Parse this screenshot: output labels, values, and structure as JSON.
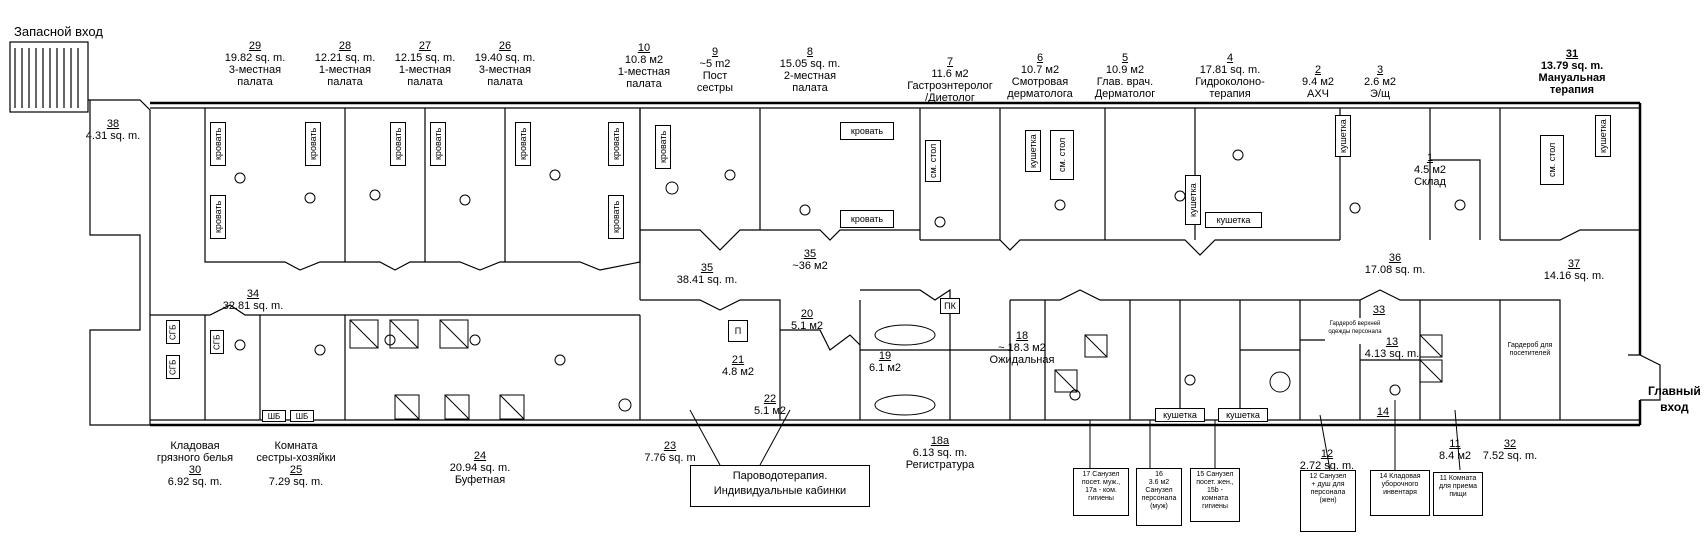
{
  "labels": {
    "spare_entrance": "Запасной вход",
    "main_entrance": "Главный\nвход",
    "callout_line1": "Пароводотерапия.",
    "callout_line2": "Индивидуальные кабинки"
  },
  "rooms": [
    {
      "key": "r29",
      "num": "29",
      "area": "19.82 sq. m.",
      "name": "3-местная\nпалата"
    },
    {
      "key": "r28",
      "num": "28",
      "area": "12.21 sq. m.",
      "name": "1-местная\nпалата"
    },
    {
      "key": "r27",
      "num": "27",
      "area": "12.15 sq. m.",
      "name": "1-местная\nпалата"
    },
    {
      "key": "r26",
      "num": "26",
      "area": "19.40 sq. m.",
      "name": "3-местная\nпалата"
    },
    {
      "key": "r10",
      "num": "10",
      "area": "10.8 м2",
      "name": "1-местная\nпалата"
    },
    {
      "key": "r9",
      "num": "9",
      "area": "~5 m2",
      "name": "Пост\nсестры"
    },
    {
      "key": "r8",
      "num": "8",
      "area": "15.05 sq. m.",
      "name": "2-местная\nпалата"
    },
    {
      "key": "r7",
      "num": "7",
      "area": "11.6 м2",
      "name": "Гастроэнтеролог\n/Диетолог"
    },
    {
      "key": "r6",
      "num": "6",
      "area": "10.7 м2",
      "name": "Смотровая\nдерматолога"
    },
    {
      "key": "r5",
      "num": "5",
      "area": "10.9 м2",
      "name": "Глав. врач.\nДерматолог"
    },
    {
      "key": "r4",
      "num": "4",
      "area": "17.81 sq. m.",
      "name": "Гидроколоно-\nтерапия"
    },
    {
      "key": "r2",
      "num": "2",
      "area": "9.4 м2",
      "name": "АХЧ"
    },
    {
      "key": "r3",
      "num": "3",
      "area": "2.6 м2",
      "name": "Э/щ"
    },
    {
      "key": "r31",
      "num": "31",
      "area": "13.79 sq. m.",
      "name": "Мануальная\nтерапия"
    },
    {
      "key": "r38",
      "num": "38",
      "area": "4.31 sq. m.",
      "name": ""
    },
    {
      "key": "r1",
      "num": "1",
      "area": "4.5 м2",
      "name": "Склад"
    },
    {
      "key": "r35a",
      "num": "35",
      "area": "38.41 sq. m.",
      "name": ""
    },
    {
      "key": "r35b",
      "num": "35",
      "area": "~36 м2",
      "name": ""
    },
    {
      "key": "r36",
      "num": "36",
      "area": "17.08 sq. m.",
      "name": ""
    },
    {
      "key": "r37",
      "num": "37",
      "area": "14.16 sq. m.",
      "name": ""
    },
    {
      "key": "r34",
      "num": "34",
      "area": "32.81 sq. m.",
      "name": ""
    },
    {
      "key": "r20",
      "num": "20",
      "area": "5.1 м2",
      "name": ""
    },
    {
      "key": "r21",
      "num": "21",
      "area": "4.8 м2",
      "name": ""
    },
    {
      "key": "r22",
      "num": "22",
      "area": "5.1 м2",
      "name": ""
    },
    {
      "key": "r19",
      "num": "19",
      "area": "6.1 м2",
      "name": ""
    },
    {
      "key": "r18",
      "num": "18",
      "area": "~ 18.3 м2",
      "name": "Ожидальная"
    },
    {
      "key": "r13",
      "num": "13",
      "area": "4.13 sq. m.",
      "name": ""
    },
    {
      "key": "r33",
      "num": "33",
      "area": "",
      "name": ""
    },
    {
      "key": "r30",
      "num": "30",
      "area": "6.92 sq. m.",
      "name": "Кладовая\nгрязного белья"
    },
    {
      "key": "r25",
      "num": "25",
      "area": "7.29 sq. m.",
      "name": "Комната\nсестры-хозяйки"
    },
    {
      "key": "r24",
      "num": "24",
      "area": "20.94 sq. m.",
      "name": "Буфетная"
    },
    {
      "key": "r23",
      "num": "23",
      "area": "7.76 sq. m",
      "name": ""
    },
    {
      "key": "r18a",
      "num": "18а",
      "area": "6.13 sq. m.",
      "name": "Регистратура"
    },
    {
      "key": "r12",
      "num": "12",
      "area": "2.72 sq. m.",
      "name": ""
    },
    {
      "key": "r11",
      "num": "11",
      "area": "8.4 м2",
      "name": ""
    },
    {
      "key": "r32",
      "num": "32",
      "area": "7.52 sq. m.",
      "name": ""
    },
    {
      "key": "r14",
      "num": "14",
      "area": "",
      "name": ""
    }
  ],
  "legend_boxes": [
    {
      "key": "b17",
      "lines": [
        "17 Санузел",
        "посет. муж.,",
        "17а - ком.",
        "гигиены"
      ]
    },
    {
      "key": "b16",
      "lines": [
        "16",
        "3.6 м2",
        "Санузел",
        "персонала",
        "(муж)"
      ]
    },
    {
      "key": "b15",
      "lines": [
        "15 Санузел",
        "посет. жен.,",
        "15b - комната",
        "гигиены"
      ]
    },
    {
      "key": "b12",
      "lines": [
        "12 Санузел",
        "+ душ для",
        "персонала",
        "(жен)"
      ]
    },
    {
      "key": "b14",
      "lines": [
        "14 Кладовая",
        "уборочного",
        "инвентаря"
      ]
    },
    {
      "key": "b11",
      "lines": [
        "11 Комната",
        "для приема",
        "пищи"
      ]
    }
  ],
  "inner_text": {
    "wardrobe_staff": "Гардероб верхней одежды персонала",
    "wardrobe_visitors": "Гардероб для посетителей",
    "bed": "кровать",
    "couch": "кушетка",
    "table": "см. стол",
    "pk": "ПК",
    "sgb": "СГБ",
    "sh": "ШБ",
    "pt": "П"
  }
}
